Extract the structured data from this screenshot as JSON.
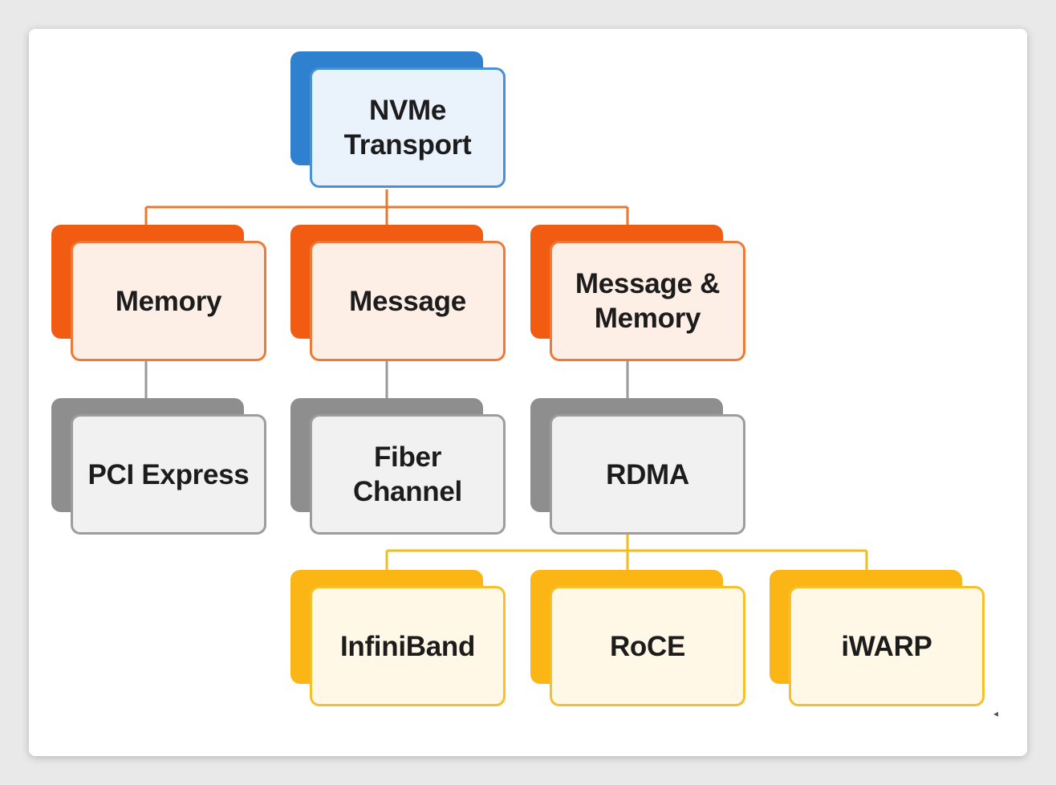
{
  "diagram": {
    "root": {
      "label": "NVMe\nTransport"
    },
    "level1": [
      {
        "label": "Memory"
      },
      {
        "label": "Message"
      },
      {
        "label": "Message &\nMemory"
      }
    ],
    "level2": [
      {
        "label": "PCI Express"
      },
      {
        "label": "Fiber\nChannel"
      },
      {
        "label": "RDMA"
      }
    ],
    "level3": [
      {
        "label": "InfiniBand"
      },
      {
        "label": "RoCE"
      },
      {
        "label": "iWARP"
      }
    ]
  },
  "colors": {
    "root": "#2f80cf",
    "level1": "#f25b12",
    "level2": "#8e8e8e",
    "level3": "#fbb514",
    "connector_orange": "#e8782f",
    "connector_gray": "#9a9a9a",
    "connector_yellow": "#f2bd1e"
  }
}
